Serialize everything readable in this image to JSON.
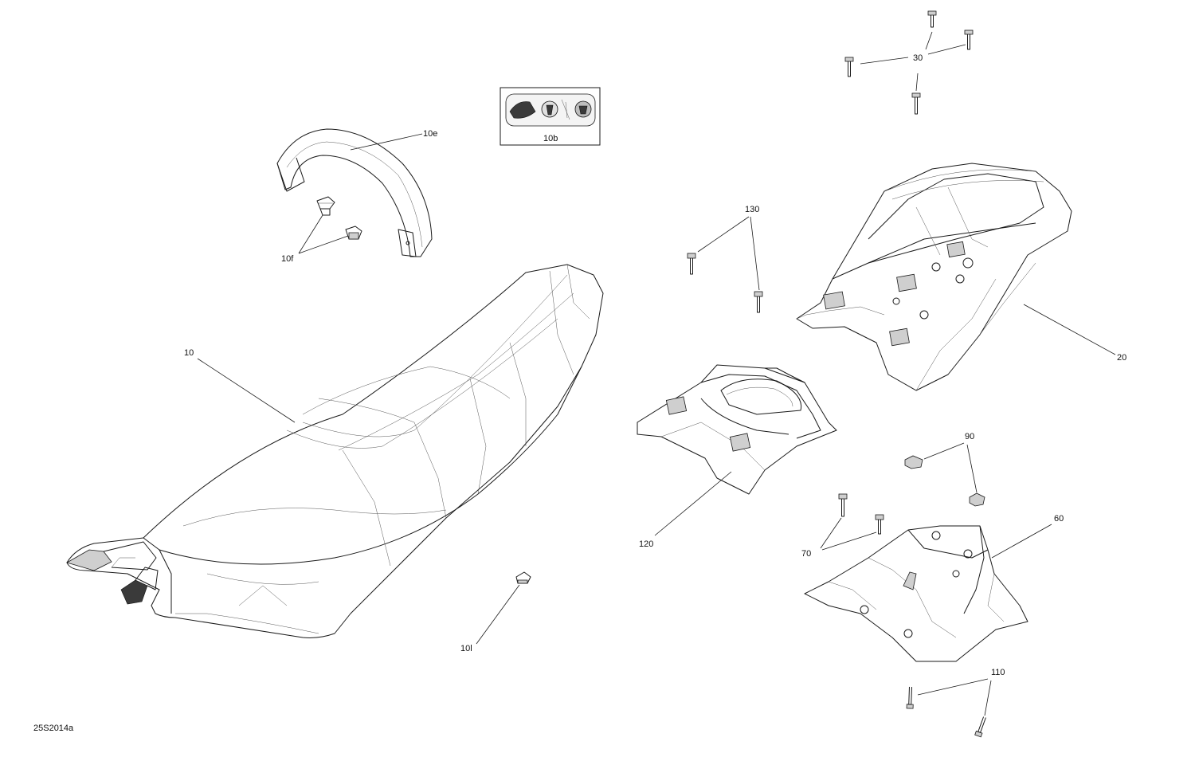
{
  "diagram_id": "25S2014a",
  "callouts": {
    "c10": "10",
    "c10b": "10b",
    "c10e": "10e",
    "c10f": "10f",
    "c10l": "10l",
    "c20": "20",
    "c30": "30",
    "c60": "60",
    "c70": "70",
    "c90": "90",
    "c110": "110",
    "c120": "120",
    "c130": "130"
  },
  "colors": {
    "line": "#1a1a1a",
    "shade": "#cfcfcf",
    "dark": "#3a3a3a"
  }
}
